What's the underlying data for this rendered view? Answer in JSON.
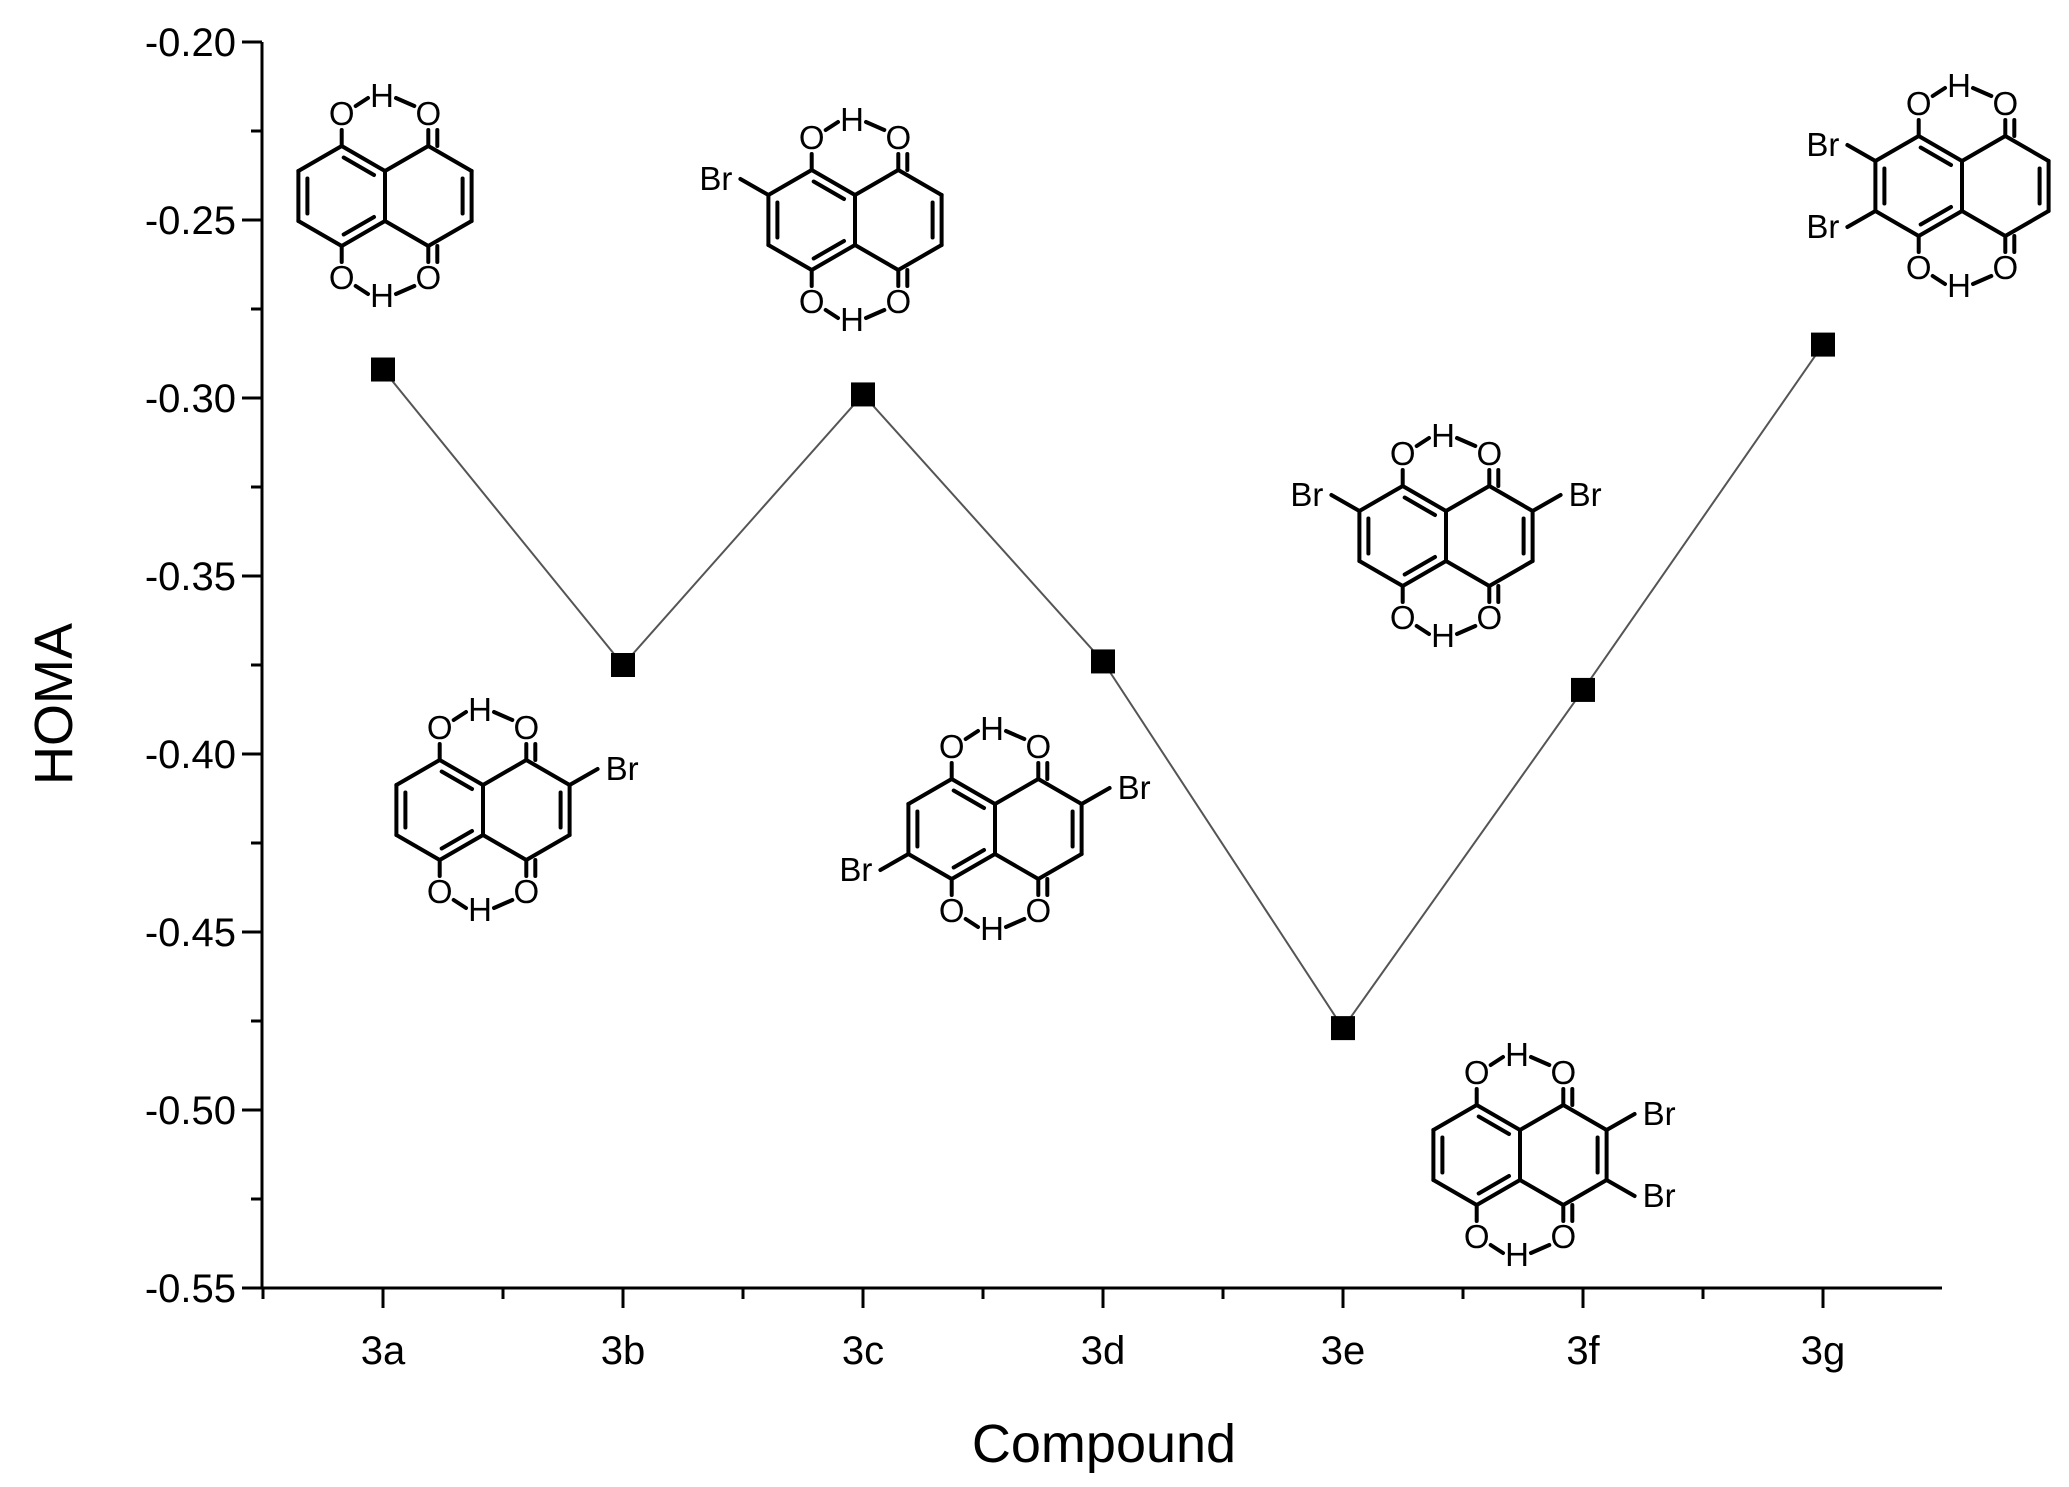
{
  "chart_data": {
    "type": "line",
    "xlabel": "Compound",
    "ylabel": "HOMA",
    "categories": [
      "3a",
      "3b",
      "3c",
      "3d",
      "3e",
      "3f",
      "3g"
    ],
    "series": [
      {
        "values": [
          -0.292,
          -0.375,
          -0.299,
          -0.374,
          -0.477,
          -0.382,
          -0.285
        ]
      }
    ],
    "ylim": [
      -0.55,
      -0.2
    ],
    "yticks": [
      "-0.20",
      "-0.25",
      "-0.30",
      "-0.35",
      "-0.40",
      "-0.45",
      "-0.50",
      "-0.55"
    ],
    "grid": false,
    "legend": "none",
    "marker": "filled-square",
    "line_color": "#555555",
    "marker_color": "#000000",
    "structure_labels": {
      "oxygen": "O",
      "hydrogen": "H",
      "bromine": "Br"
    }
  }
}
